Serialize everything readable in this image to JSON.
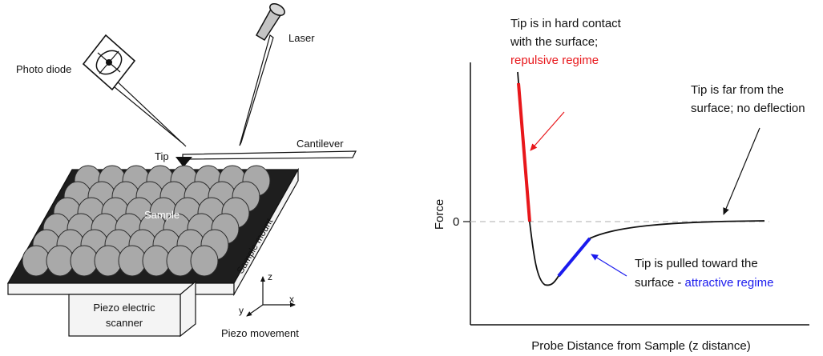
{
  "afm_diagram": {
    "labels": {
      "laser": "Laser",
      "photo_diode": "Photo diode",
      "cantilever": "Cantilever",
      "tip": "Tip",
      "sample": "Sample",
      "sample_mount": "Sample mount",
      "scanner_line1": "Piezo electric",
      "scanner_line2": "scanner",
      "piezo_movement": "Piezo movement",
      "axis_z": "z",
      "axis_x": "x",
      "axis_y": "y"
    },
    "colors": {
      "sphere_fill": "#a9a9a9",
      "mount_top": "#1e1e1e",
      "mount_side": "#f4f4f4"
    }
  },
  "force_curve": {
    "ylabel": "Force",
    "xlabel": "Probe Distance from Sample (z distance)",
    "zero_tick": "0",
    "annotations": {
      "repulsive_line1": "Tip is in hard contact",
      "repulsive_line2": "with the surface;",
      "repulsive_line3": "repulsive regime",
      "far_line1": "Tip is far from the",
      "far_line2": "surface; no deflection",
      "attractive_line1": "Tip is pulled toward the",
      "attractive_line2a": "surface - ",
      "attractive_line2b": "attractive regime"
    },
    "colors": {
      "repulsive": "#e8171b",
      "attractive": "#1a1aee",
      "curve": "#111111",
      "zero_line": "#c8c8c8"
    }
  }
}
